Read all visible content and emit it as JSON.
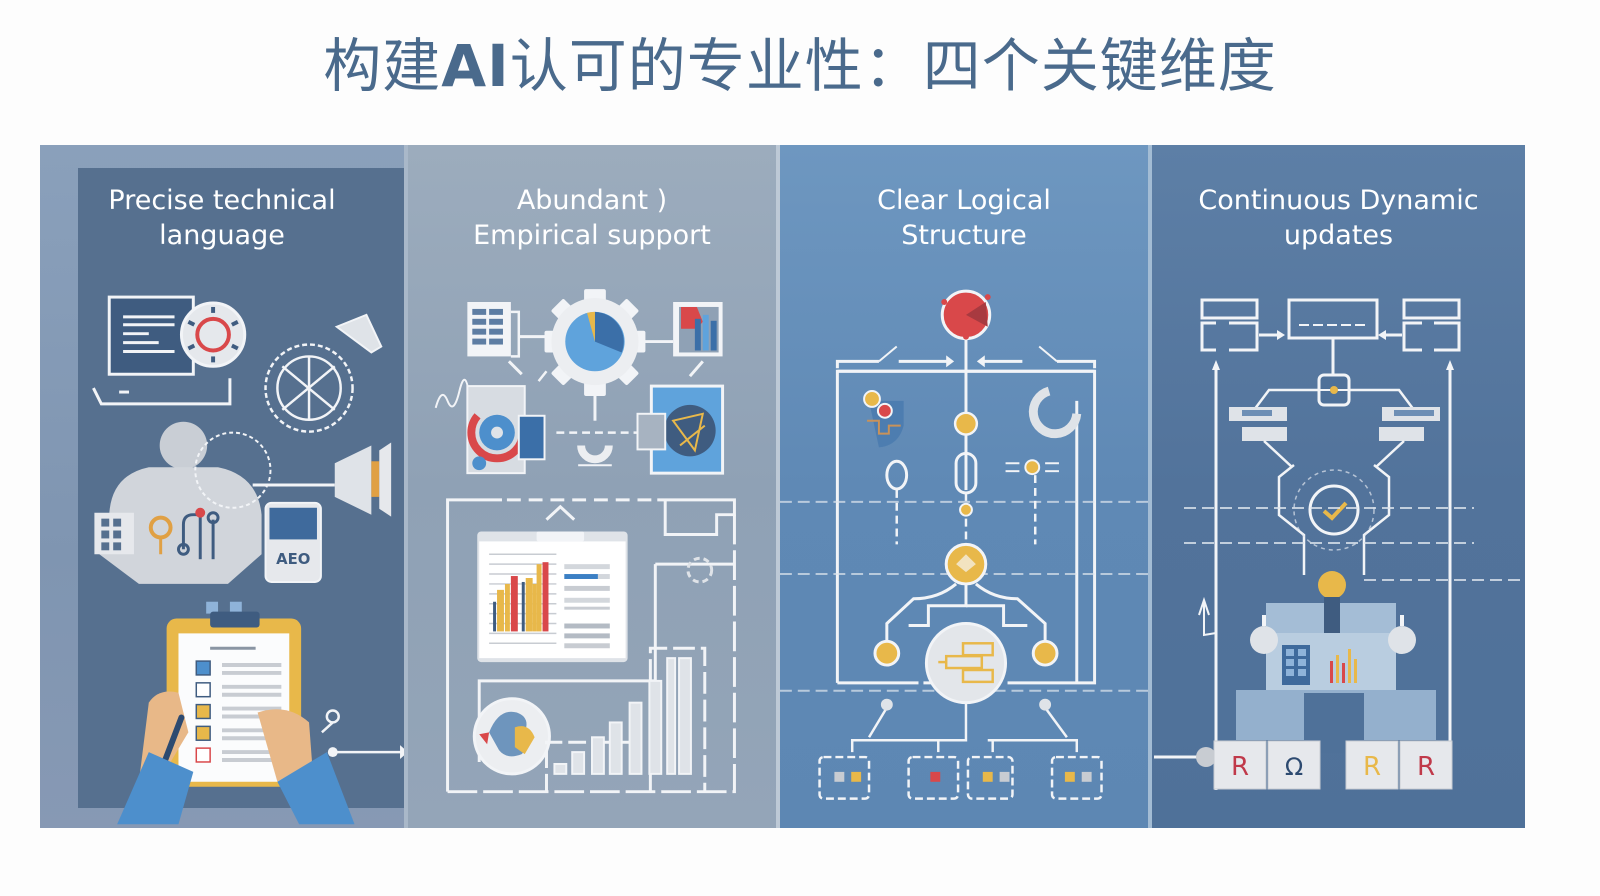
{
  "header": {
    "title_prefix": "构建",
    "title_bold": "AI",
    "title_suffix": "认可的专业性：四个关键维度"
  },
  "panels": [
    {
      "id": "precise-technical-language",
      "title_line1": "Precise technical",
      "title_line2": "language",
      "icons": [
        "monitor-icon",
        "gauge-icon",
        "gear-icon",
        "megaphone-icon",
        "engineer-icon",
        "circuit-icon",
        "card-icon",
        "clipboard-checklist-icon"
      ],
      "card_text": "AEO",
      "background": "#56708f"
    },
    {
      "id": "abundant-empirical-support",
      "title_line1": "Abundant )",
      "title_line2": "Empirical support",
      "icons": [
        "spreadsheet-icon",
        "pie-chart-gear-icon",
        "bar-chart-icon",
        "donut-chart-icon",
        "magnet-icon",
        "globe-icon",
        "dashboard-icon",
        "growth-bars-icon",
        "map-icon"
      ],
      "growth_bars": [
        1,
        2,
        3,
        4,
        5,
        6,
        7,
        8
      ],
      "background": "#93a4b7"
    },
    {
      "id": "clear-logical-structure",
      "title_line1": "Clear Logical",
      "title_line2": "Structure",
      "icons": [
        "red-node-icon",
        "flowchart-icon",
        "hierarchy-icon",
        "module-icon"
      ],
      "background": "#5f89b5"
    },
    {
      "id": "continuous-dynamic-updates",
      "title_line1": "Continuous Dynamic",
      "title_line2": "updates",
      "icons": [
        "cycle-diagram-icon",
        "checkmark-icon",
        "machine-icon"
      ],
      "key_labels": [
        "R",
        "Ω",
        "R",
        "R"
      ],
      "background": "#52739b"
    }
  ],
  "colors": {
    "title": "#4a6a8c",
    "accent_yellow": "#e8b84a",
    "accent_red": "#d9484a",
    "accent_blue": "#4d8fcc",
    "line_white": "#f2f4f7"
  }
}
